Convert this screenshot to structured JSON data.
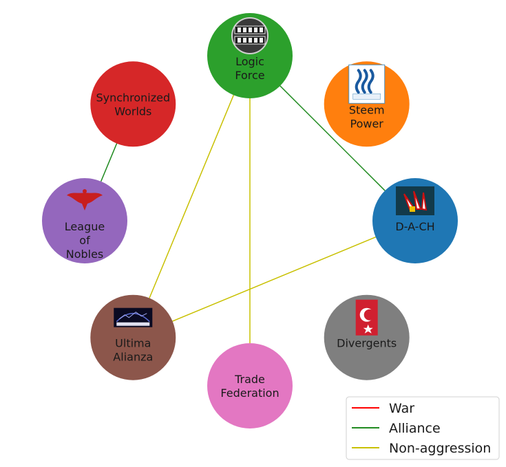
{
  "relation_types": {
    "war": {
      "label": "War",
      "color": "#ff0000"
    },
    "alliance": {
      "label": "Alliance",
      "color": "#1f8a1f"
    },
    "non_aggression": {
      "label": "Non-aggression",
      "color": "#c8c000"
    }
  },
  "nodes": [
    {
      "id": "logic-force",
      "lines": [
        "Logic",
        "Force"
      ],
      "color": "#2ca02c",
      "icon": "logic-force-logo"
    },
    {
      "id": "steem-power",
      "lines": [
        "Steem",
        "Power"
      ],
      "color": "#ff7f0e",
      "icon": "steem-logo"
    },
    {
      "id": "d-a-ch",
      "lines": [
        "D-A-CH"
      ],
      "color": "#1f77b4",
      "icon": "rockets-logo"
    },
    {
      "id": "divergents",
      "lines": [
        "Divergents"
      ],
      "color": "#7f7f7f",
      "icon": "turkish-flag-icon"
    },
    {
      "id": "trade-federation",
      "lines": [
        "Trade",
        "Federation"
      ],
      "color": "#e377c2",
      "icon": ""
    },
    {
      "id": "ultima-alianza",
      "lines": [
        "Ultima",
        "Alianza"
      ],
      "color": "#8c564b",
      "icon": "ultima-alianza-banner"
    },
    {
      "id": "league-of-nobles",
      "lines": [
        "League",
        "of",
        "Nobles"
      ],
      "color": "#9467bd",
      "icon": "phoenix-emblem"
    },
    {
      "id": "synchronized-worlds",
      "lines": [
        "Synchronized",
        "Worlds"
      ],
      "color": "#d62728",
      "icon": ""
    }
  ],
  "edges": [
    {
      "from": "logic-force",
      "to": "d-a-ch",
      "type": "alliance"
    },
    {
      "from": "synchronized-worlds",
      "to": "league-of-nobles",
      "type": "alliance"
    },
    {
      "from": "logic-force",
      "to": "ultima-alianza",
      "type": "non_aggression"
    },
    {
      "from": "logic-force",
      "to": "trade-federation",
      "type": "non_aggression"
    },
    {
      "from": "d-a-ch",
      "to": "ultima-alianza",
      "type": "non_aggression"
    }
  ],
  "legend": {
    "position": "bottom-right",
    "entries": [
      "war",
      "alliance",
      "non_aggression"
    ]
  }
}
